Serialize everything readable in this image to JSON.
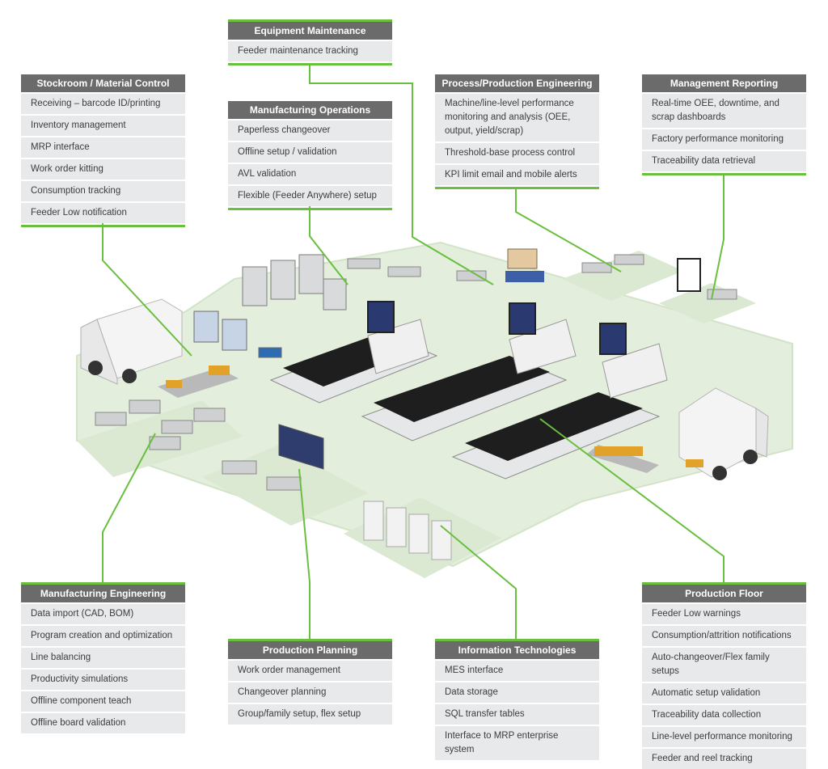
{
  "panels": {
    "equipment_maintenance": {
      "title": "Equipment Maintenance",
      "items": [
        "Feeder maintenance tracking"
      ]
    },
    "stockroom": {
      "title": "Stockroom / Material Control",
      "items": [
        "Receiving – barcode ID/printing",
        "Inventory management",
        "MRP interface",
        "Work order kitting",
        "Consumption tracking",
        "Feeder Low notification"
      ]
    },
    "manufacturing_operations": {
      "title": "Manufacturing Operations",
      "items": [
        "Paperless changeover",
        "Offline setup / validation",
        "AVL validation",
        "Flexible (Feeder Anywhere) setup"
      ]
    },
    "process_engineering": {
      "title": "Process/Production Engineering",
      "items": [
        "Machine/line-level performance monitoring and analysis (OEE, output, yield/scrap)",
        "Threshold-base process control",
        "KPI limit email and mobile alerts"
      ]
    },
    "management_reporting": {
      "title": "Management Reporting",
      "items": [
        "Real-time OEE, downtime, and scrap dashboards",
        "Factory performance monitoring",
        "Traceability data retrieval"
      ]
    },
    "manufacturing_engineering": {
      "title": "Manufacturing Engineering",
      "items": [
        "Data import (CAD, BOM)",
        "Program creation and optimization",
        "Line balancing",
        "Productivity simulations",
        "Offline component teach",
        "Offline board validation"
      ]
    },
    "production_planning": {
      "title": "Production Planning",
      "items": [
        "Work order management",
        "Changeover planning",
        "Group/family setup, flex setup"
      ]
    },
    "information_technologies": {
      "title": "Information Technologies",
      "items": [
        "MES interface",
        "Data storage",
        "SQL transfer tables",
        "Interface to MRP enterprise system"
      ]
    },
    "production_floor": {
      "title": "Production Floor",
      "items": [
        "Feeder Low warnings",
        "Consumption/attrition notifications",
        "Auto-changeover/Flex family setups",
        "Automatic setup validation",
        "Traceability data collection",
        "Line-level performance monitoring",
        "Feeder and reel tracking"
      ]
    }
  },
  "colors": {
    "accent_green": "#6abf3f",
    "title_gray": "#6b6b6b",
    "item_bg": "#e8e9eb",
    "item_text": "#3c3c3c",
    "floor": "#e3eedc"
  }
}
